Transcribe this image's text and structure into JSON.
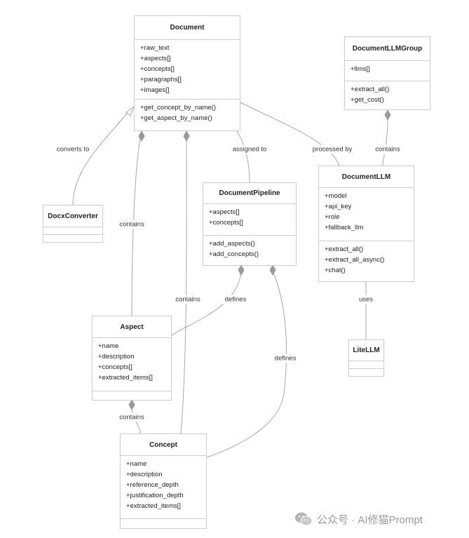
{
  "classes": {
    "document": {
      "name": "Document",
      "attributes": [
        "+raw_text",
        "+aspects[]",
        "+concepts[]",
        "+paragraphs[]",
        "+images[]"
      ],
      "methods": [
        "+get_concept_by_name()",
        "+get_aspect_by_name()"
      ]
    },
    "llm_group": {
      "name": "DocumentLLMGroup",
      "attributes": [
        "+llms[]"
      ],
      "methods": [
        "+extract_all()",
        "+get_cost()"
      ]
    },
    "docx": {
      "name": "DocxConverter",
      "attributes": [],
      "methods": []
    },
    "pipeline": {
      "name": "DocumentPipeline",
      "attributes": [
        "+aspects[]",
        "+concepts[]"
      ],
      "methods": [
        "+add_aspects()",
        "+add_concepts()"
      ]
    },
    "llm": {
      "name": "DocumentLLM",
      "attributes": [
        "+model",
        "+api_key",
        "+role",
        "+fallback_llm"
      ],
      "methods": [
        "+extract_all()",
        "+extract_all_async()",
        "+chat()"
      ]
    },
    "aspect": {
      "name": "Aspect",
      "attributes": [
        "+name",
        "+description",
        "+concepts[]",
        "+extracted_items[]"
      ],
      "methods": []
    },
    "litellm": {
      "name": "LiteLLM",
      "attributes": [],
      "methods": []
    },
    "concept": {
      "name": "Concept",
      "attributes": [
        "+name",
        "+description",
        "+reference_depth",
        "+justification_depth",
        "+extracted_items[]"
      ],
      "methods": []
    }
  },
  "edge_labels": {
    "converts_to": "converts to",
    "assigned_to": "assigned to",
    "processed_by": "processed by",
    "contains_group_llm": "contains",
    "contains_doc_aspect": "contains",
    "contains_doc_concept": "contains",
    "defines_pipeline_aspect": "defines",
    "defines_pipeline_concept": "defines",
    "uses": "uses",
    "contains_aspect_concept": "contains"
  },
  "watermark": {
    "text": "公众号 · AI修猫Prompt",
    "icon": "wechat-icon"
  },
  "colors": {
    "edge": "#a8a8a8",
    "box_border": "#cfcfcf"
  }
}
